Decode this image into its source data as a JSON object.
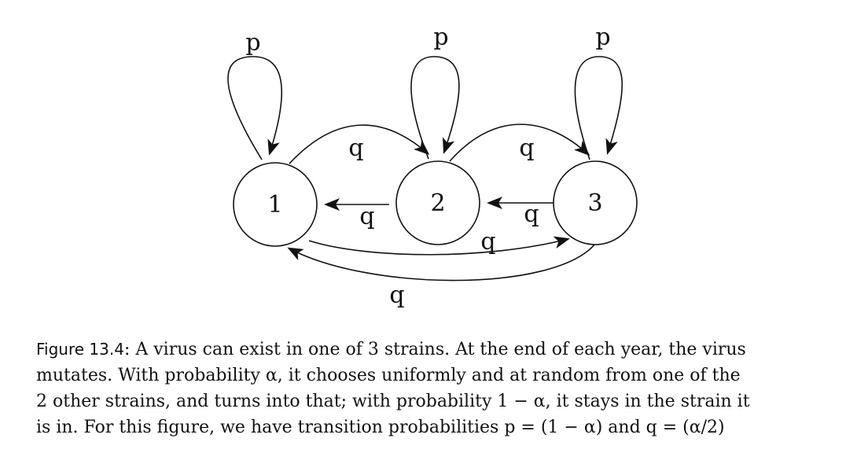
{
  "diagram": {
    "nodes": [
      {
        "id": "1",
        "label": "1"
      },
      {
        "id": "2",
        "label": "2"
      },
      {
        "id": "3",
        "label": "3"
      }
    ],
    "edges": [
      {
        "from": "1",
        "to": "1",
        "label": "p"
      },
      {
        "from": "2",
        "to": "2",
        "label": "p"
      },
      {
        "from": "3",
        "to": "3",
        "label": "p"
      },
      {
        "from": "1",
        "to": "2",
        "label": "q"
      },
      {
        "from": "2",
        "to": "3",
        "label": "q"
      },
      {
        "from": "2",
        "to": "1",
        "label": "q"
      },
      {
        "from": "3",
        "to": "2",
        "label": "q"
      },
      {
        "from": "1",
        "to": "3",
        "label": "q"
      },
      {
        "from": "3",
        "to": "1",
        "label": "q"
      }
    ]
  },
  "caption": {
    "label": "Figure 13.4",
    "lines": [
      "A virus can exist in one of 3 strains. At the end of each year, the virus",
      "mutates. With probability α, it chooses uniformly and at random from one of the",
      "2 other strains, and turns into that; with probability 1 − α, it stays in the strain it",
      "is in. For this figure, we have transition probabilities p = (1 − α) and q = (α/2)"
    ]
  }
}
